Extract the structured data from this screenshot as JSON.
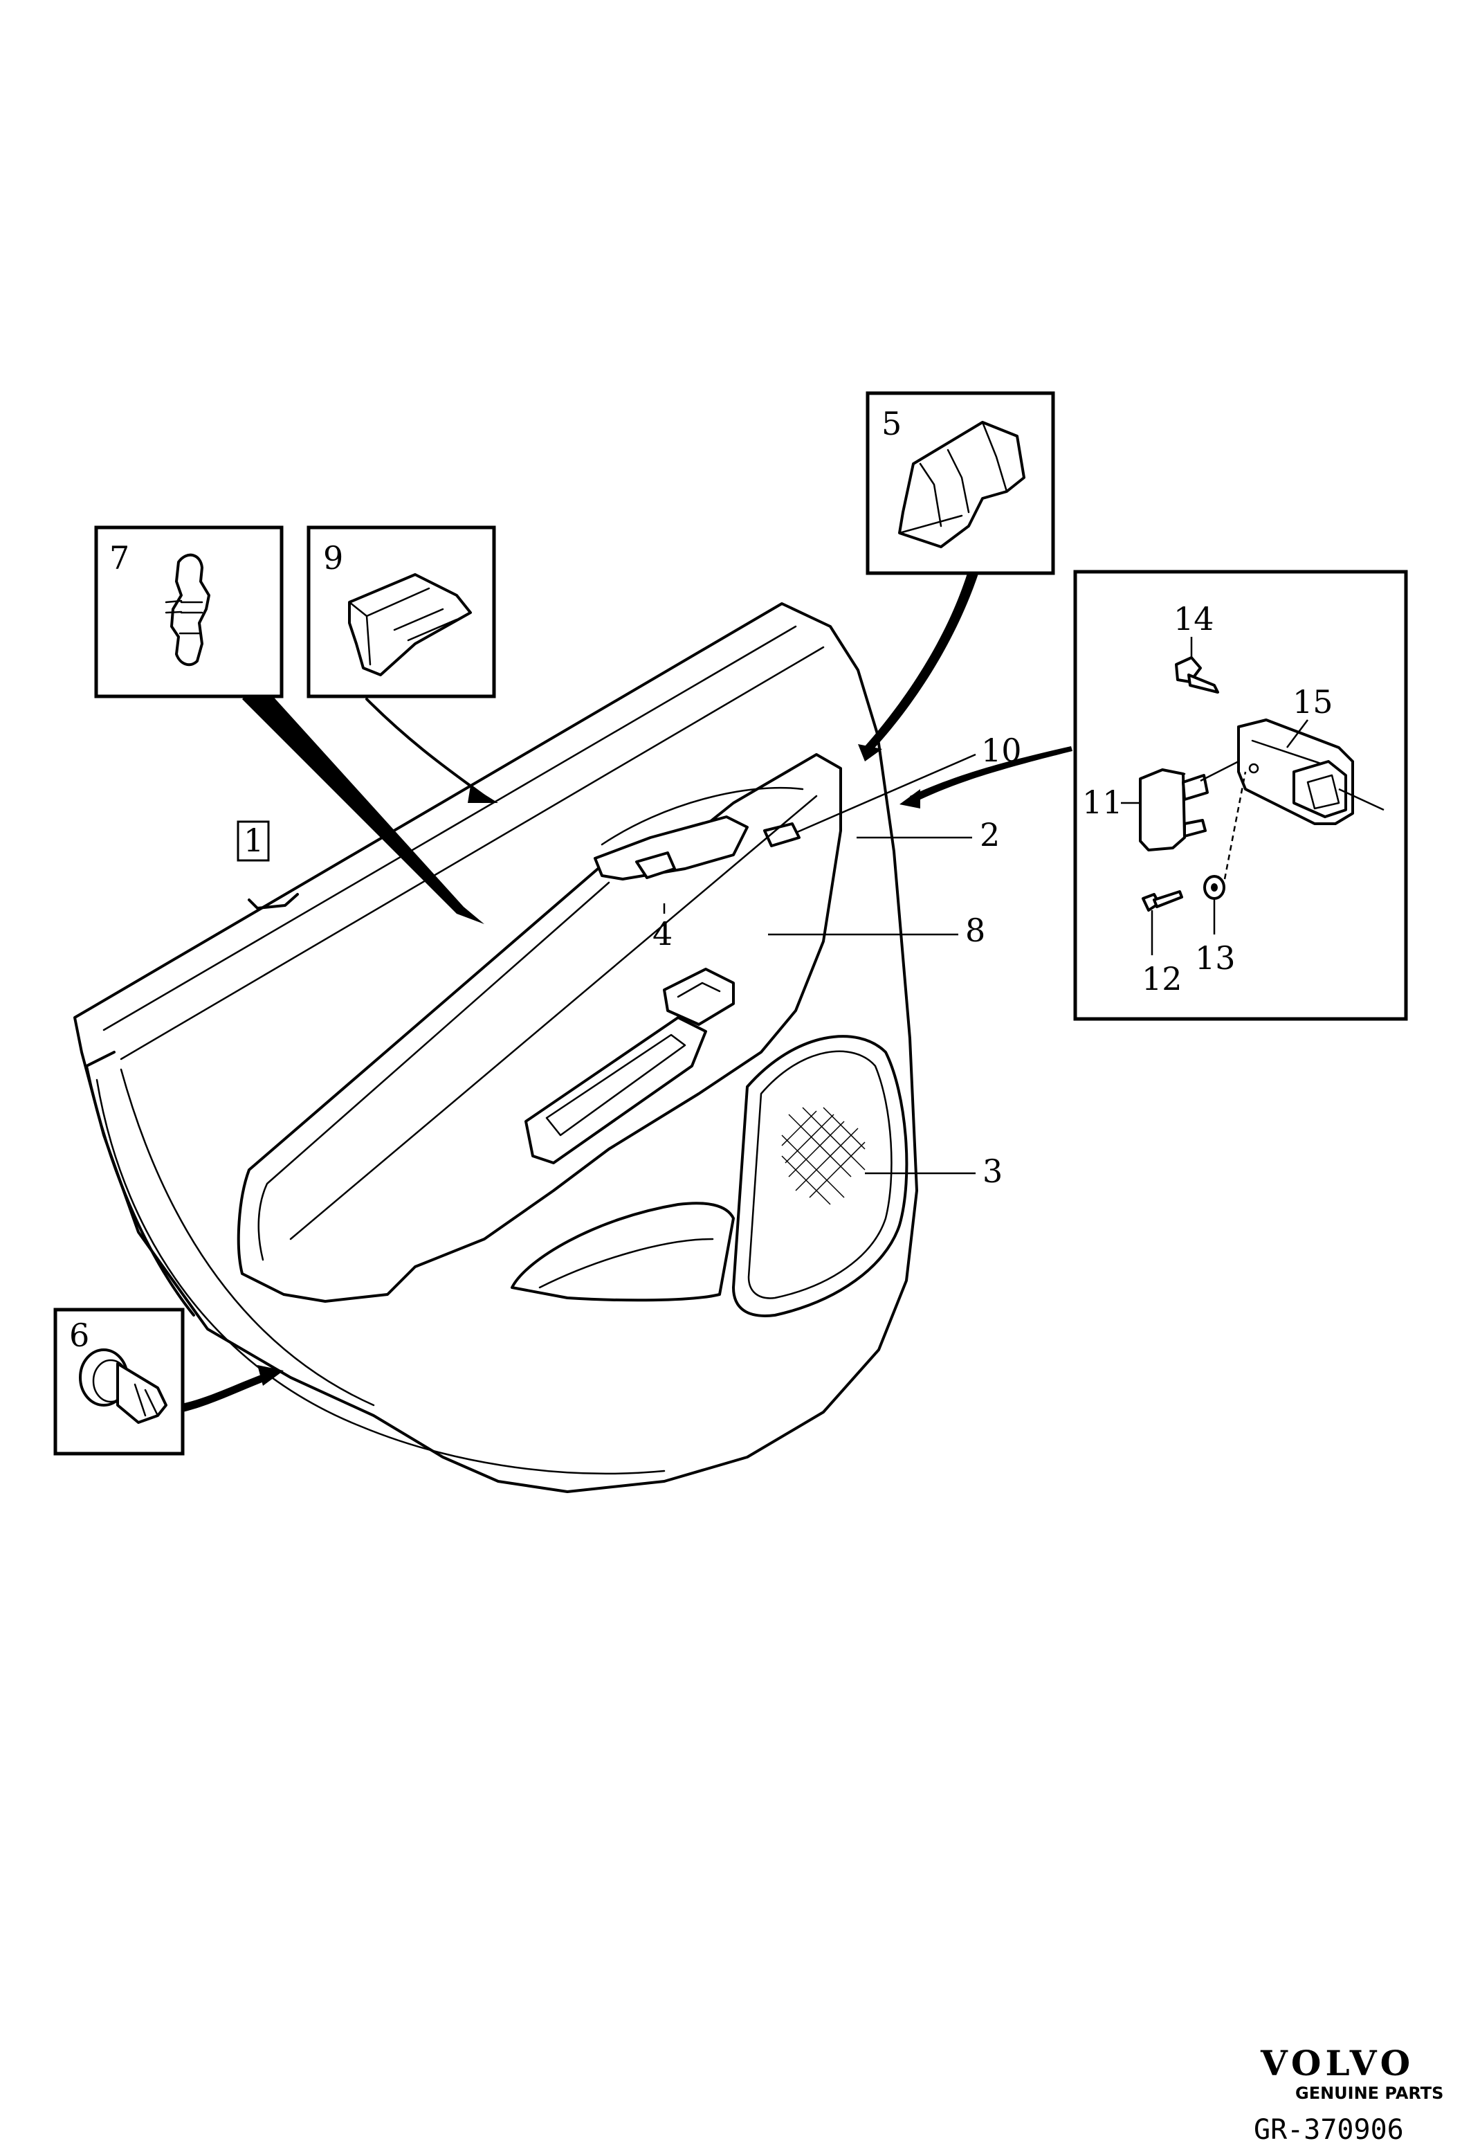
{
  "callouts": {
    "c1": "1",
    "c2": "2",
    "c3": "3",
    "c4": "4",
    "c5": "5",
    "c6": "6",
    "c7": "7",
    "c8": "8",
    "c9": "9",
    "c10": "10",
    "c11": "11",
    "c12": "12",
    "c13": "13",
    "c14": "14",
    "c15": "15"
  },
  "footer": {
    "brand": "VOLVO",
    "brand_sub": "GENUINE PARTS",
    "reference": "GR-370906"
  }
}
